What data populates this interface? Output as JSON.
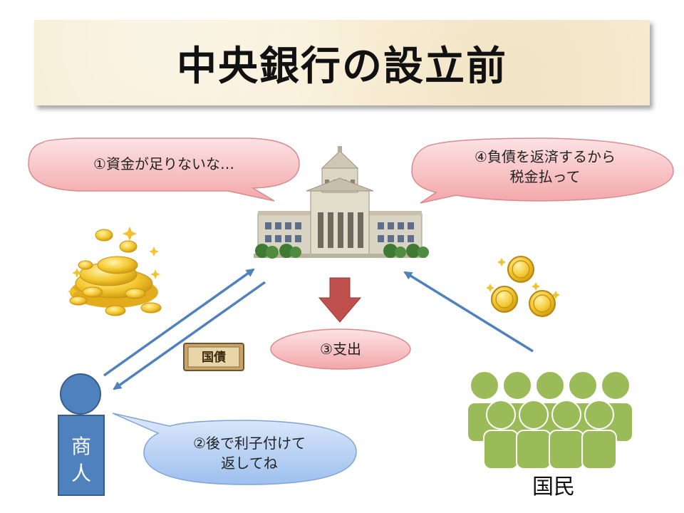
{
  "title": "中央銀行の設立前",
  "bubbles": {
    "government_bubble": "①資金が足りないな…",
    "merchant_bubble_line1": "②後で利子付けて",
    "merchant_bubble_line2": "返してね",
    "spending_bubble": "③支出",
    "repay_bubble_line1": "④負債を返済するから",
    "repay_bubble_line2": "税金払って"
  },
  "actors": {
    "merchant_line1": "商",
    "merchant_line2": "人",
    "citizens": "国民"
  },
  "bond_label": "国債",
  "colors": {
    "pink_bubble": "#f6b6b8",
    "blue_bubble": "#a9c8ef",
    "arrow_blue": "#4f81bd",
    "arrow_red": "#c0504d",
    "merchant_blue": "#4f81bd",
    "citizen_green": "#9bbb59",
    "coin_gold": "#f2c12e"
  }
}
